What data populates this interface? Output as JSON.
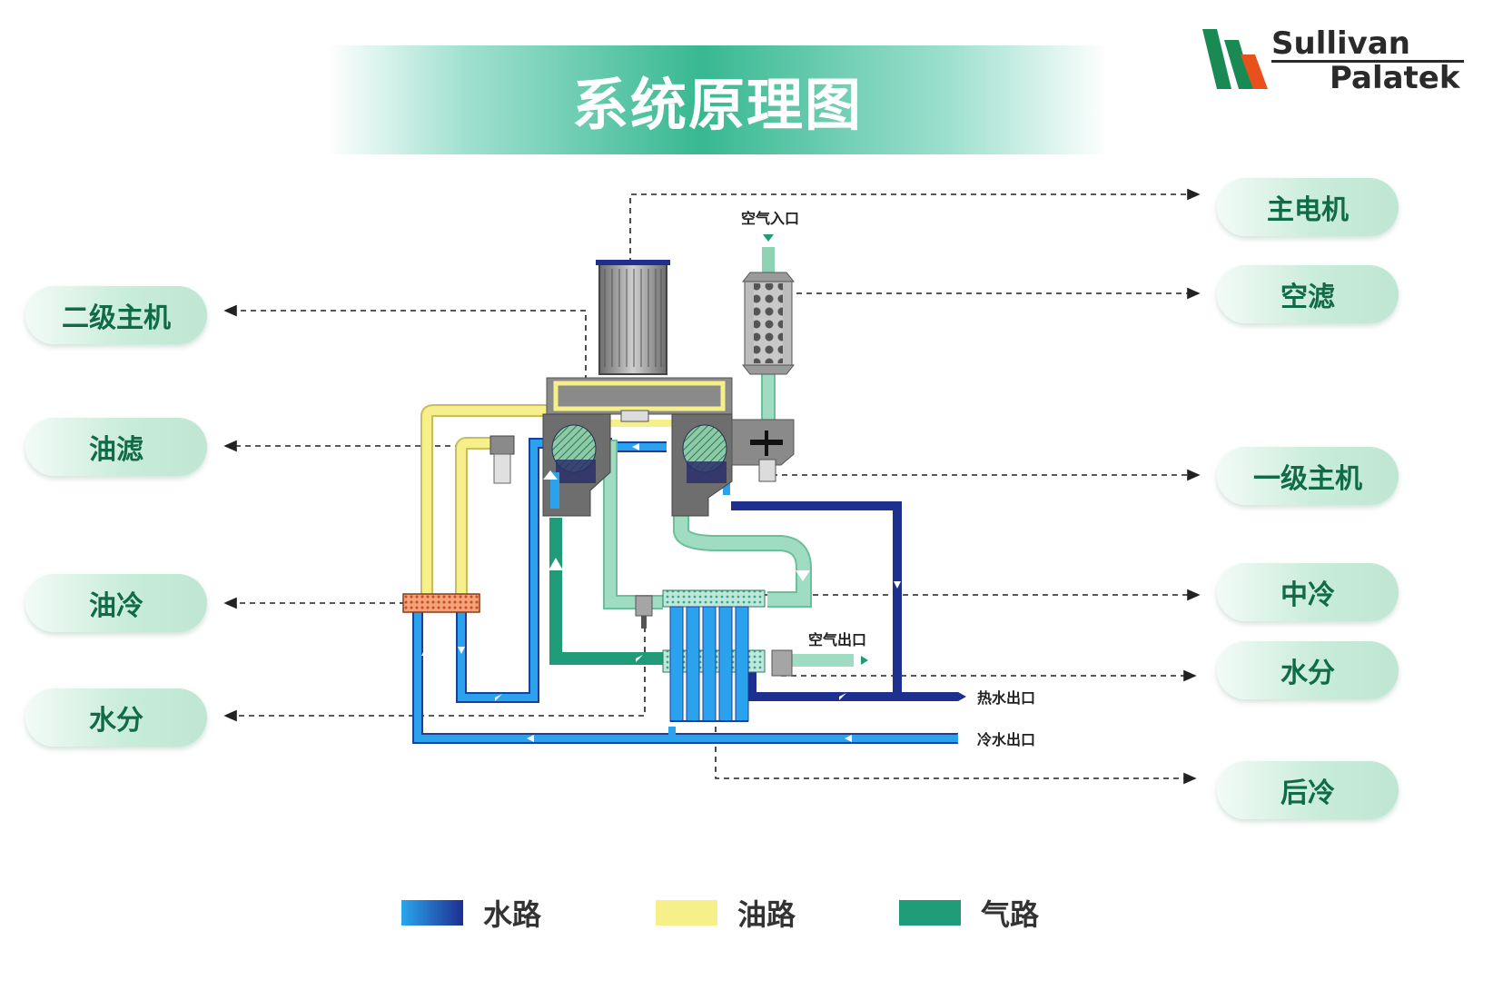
{
  "title": "系统原理图",
  "logo": {
    "line1": "Sullivan",
    "line2": "Palatek",
    "colors": [
      "#1a8a55",
      "#e8501c"
    ]
  },
  "labels_left": {
    "secondary_stage": "二级主机",
    "oil_filter": "油滤",
    "oil_cooler": "油冷",
    "moisture": "水分"
  },
  "labels_right": {
    "main_motor": "主电机",
    "air_filter": "空滤",
    "primary_stage": "一级主机",
    "intercooler": "中冷",
    "moisture": "水分",
    "aftercooler": "后冷"
  },
  "diagram_text": {
    "air_inlet": "空气入口",
    "air_outlet": "空气出口",
    "hot_water_outlet": "热水出口",
    "cold_water_outlet": "冷水出口"
  },
  "legend": [
    {
      "label": "水路",
      "color": "#1a7fd6"
    },
    {
      "label": "油路",
      "color": "#f7f08a"
    },
    {
      "label": "气路",
      "color": "#1f9b78"
    }
  ],
  "colors": {
    "water": "#2196e3",
    "water_dark": "#1d2f8f",
    "oil": "#f7f08a",
    "air": "#9fdcc2",
    "air_dark": "#1f9b78",
    "pill_text": "#0f6b48"
  }
}
